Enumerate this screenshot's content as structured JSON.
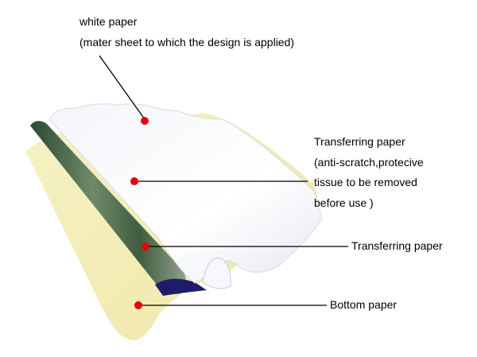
{
  "labels": {
    "white_paper": {
      "title": "white paper",
      "desc": "(mater sheet to which the design is applied)"
    },
    "tissue": {
      "lines": [
        "Transferring paper",
        "(anti-scratch,protecive",
        "tissue to be removed",
        "before use )"
      ]
    },
    "transfer": {
      "title": "Transferring paper"
    },
    "bottom": {
      "title": "Bottom paper"
    }
  },
  "colors": {
    "dot": "#e8000b",
    "yellow": "#f4efb9",
    "carbon": "#3a5a3a",
    "carbon_edge": "#1a1a6e"
  }
}
